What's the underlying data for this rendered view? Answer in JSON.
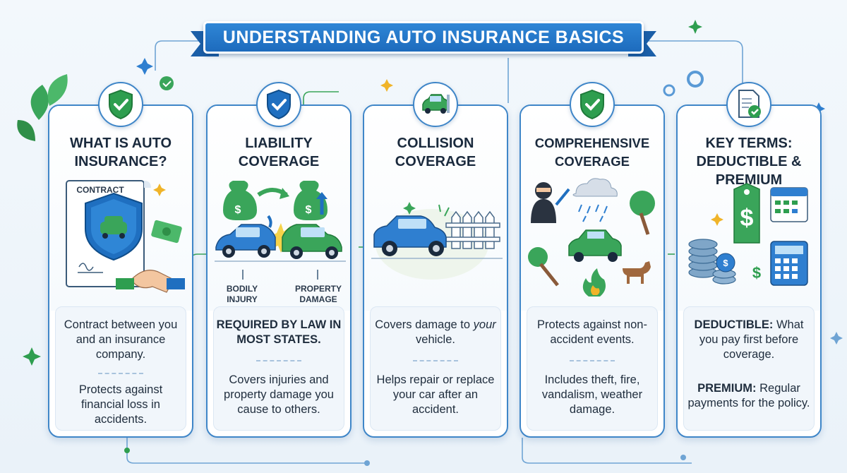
{
  "header": {
    "title": "UNDERSTANDING AUTO INSURANCE BASICS"
  },
  "colors": {
    "primary": "#1d6bbd",
    "accent_green": "#2e9e4f",
    "card_border": "#3f86c8",
    "text": "#1f2d3d"
  },
  "cards": [
    {
      "icon": "shield-check-icon",
      "title": "WHAT IS AUTO INSURANCE?",
      "illustration_label": "CONTRACT",
      "text1": "Contract between you and an insurance company.",
      "text2": "Protects against financial loss in accidents."
    },
    {
      "icon": "shield-check-icon",
      "title": "LIABILITY COVERAGE",
      "label_left": "BODILY INJURY",
      "label_right": "PROPERTY DAMAGE",
      "text1": "REQUIRED BY LAW IN MOST STATES.",
      "text2": "Covers injuries and property damage you cause to others."
    },
    {
      "icon": "car-crash-icon",
      "title": "COLLISION COVERAGE",
      "text1_pre": "Covers damage to",
      "text1_em": "your",
      "text1_post": "vehicle.",
      "text2": "Helps repair or replace your car after an accident."
    },
    {
      "icon": "shield-check-icon",
      "title": "COMPREHENSIVE COVERAGE",
      "text1": "Protects against non-accident events.",
      "text2": "Includes theft, fire, vandalism, weather damage."
    },
    {
      "icon": "document-check-icon",
      "title": "KEY TERMS: DEDUCTIBLE & PREMIUM",
      "term1": "DEDUCTIBLE:",
      "def1": "What you pay first before coverage.",
      "term2": "PREMIUM:",
      "def2": "Regular payments for the policy."
    }
  ]
}
